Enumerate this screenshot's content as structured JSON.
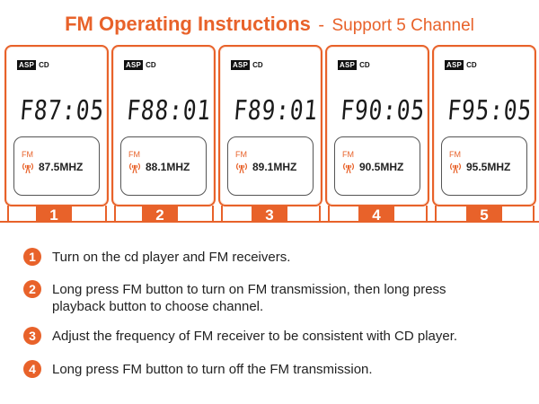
{
  "header": {
    "title_main": "FM Operating Instructions",
    "title_sep": "-",
    "title_sub": "Support 5 Channel"
  },
  "panels": [
    {
      "badge": "ASP",
      "badge2": "CD",
      "display": "F87:05",
      "fm": "FM",
      "freq": "87.5MHZ",
      "num": "1"
    },
    {
      "badge": "ASP",
      "badge2": "CD",
      "display": "F88:01",
      "fm": "FM",
      "freq": "88.1MHZ",
      "num": "2"
    },
    {
      "badge": "ASP",
      "badge2": "CD",
      "display": "F89:01",
      "fm": "FM",
      "freq": "89.1MHZ",
      "num": "3"
    },
    {
      "badge": "ASP",
      "badge2": "CD",
      "display": "F90:05",
      "fm": "FM",
      "freq": "90.5MHZ",
      "num": "4"
    },
    {
      "badge": "ASP",
      "badge2": "CD",
      "display": "F95:05",
      "fm": "FM",
      "freq": "95.5MHZ",
      "num": "5"
    }
  ],
  "steps": [
    {
      "num": "1",
      "text": "Turn on the cd player and FM receivers."
    },
    {
      "num": "2",
      "text": "Long press FM button to turn on FM transmission, then long press playback button to choose channel."
    },
    {
      "num": "3",
      "text": "Adjust the frequency of FM receiver to be consistent with CD player."
    },
    {
      "num": "4",
      "text": "Long press FM button to turn off the FM transmission."
    }
  ],
  "colors": {
    "accent": "#e8622a",
    "text": "#222222"
  }
}
